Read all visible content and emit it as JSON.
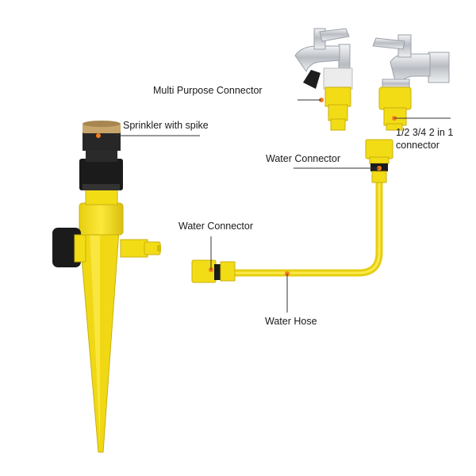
{
  "labels": {
    "sprinkler": "Sprinkler with spike",
    "multi_connector": "Multi Purpose Connector",
    "adapter_line1": "1/2 3/4 2 in 1",
    "adapter_line2": "connector",
    "water_connector_top": "Water Connector",
    "water_connector_left": "Water Connector",
    "water_hose": "Water Hose"
  },
  "colors": {
    "yellow": "#f2dc16",
    "yellow_dark": "#c9b00c",
    "black_part": "#1b1b1b",
    "chrome": "#c9ccd2",
    "marker": "#f57c1f",
    "leader": "#333333"
  },
  "icons": {
    "sprinkler": "sprinkler-spike-icon",
    "faucet_left": "faucet-with-connector-icon",
    "faucet_right": "faucet-with-adapter-icon",
    "hose": "hose-with-connectors-icon"
  }
}
